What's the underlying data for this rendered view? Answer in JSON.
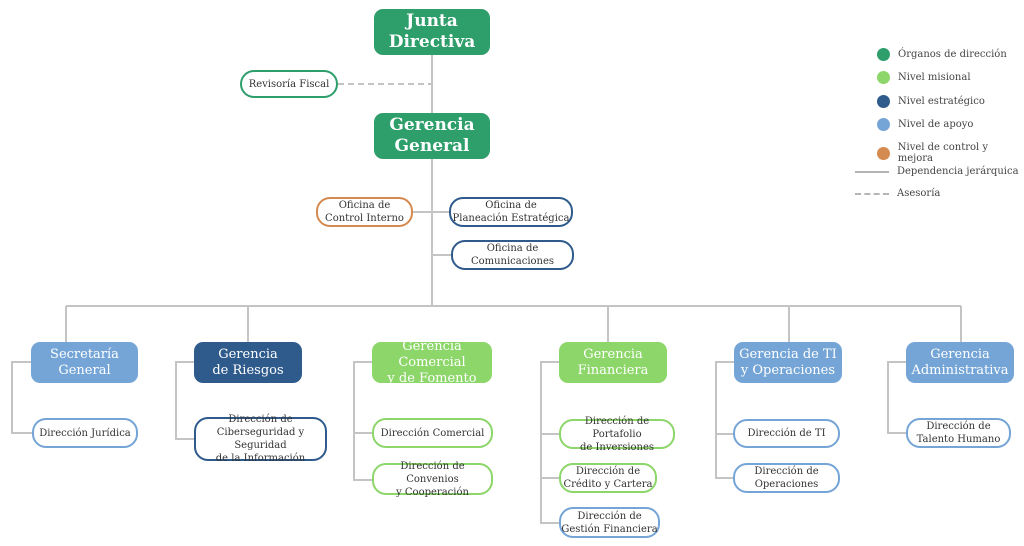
{
  "nodes": {
    "junta": "Junta\nDirectiva",
    "revisoria": "Revisoría Fiscal",
    "gerencia_general": "Gerencia\nGeneral",
    "control_interno": "Oficina de\nControl Interno",
    "planeacion": "Oficina de\nPlaneación Estratégica",
    "comunicaciones": "Oficina de\nComunicaciones",
    "secretaria": "Secretaría\nGeneral",
    "dir_juridica": "Dirección Jurídica",
    "riesgos": "Gerencia\nde Riesgos",
    "dir_ciber": "Dirección de\nCiberseguridad y Seguridad\nde la Información",
    "comercial": "Gerencia Comercial\ny de Fomento",
    "dir_comercial": "Dirección Comercial",
    "dir_convenios": "Dirección de Convenios\ny Cooperación",
    "financiera": "Gerencia\nFinanciera",
    "dir_portafolio": "Dirección de Portafolio\nde Inversiones",
    "dir_credito": "Dirección de\nCrédito y Cartera",
    "dir_gestion_fin": "Dirección de\nGestión Financiera",
    "ti": "Gerencia de TI\ny Operaciones",
    "dir_ti": "Dirección de TI",
    "dir_operaciones": "Dirección de\nOperaciones",
    "administrativa": "Gerencia\nAdministrativa",
    "dir_talento": "Dirección de\nTalento Humano"
  },
  "legend": [
    {
      "label": "Órganos de dirección",
      "color": "#2e9e6b"
    },
    {
      "label": "Nivel misional",
      "color": "#8cd66a"
    },
    {
      "label": "Nivel estratégico",
      "color": "#2f5b8c"
    },
    {
      "label": "Nivel de apoyo",
      "color": "#74a5d6"
    },
    {
      "label": "Nivel de control y mejora",
      "color": "#d58a50"
    },
    {
      "label": "Dependencia jerárquica"
    },
    {
      "label": "Asesoría"
    }
  ]
}
